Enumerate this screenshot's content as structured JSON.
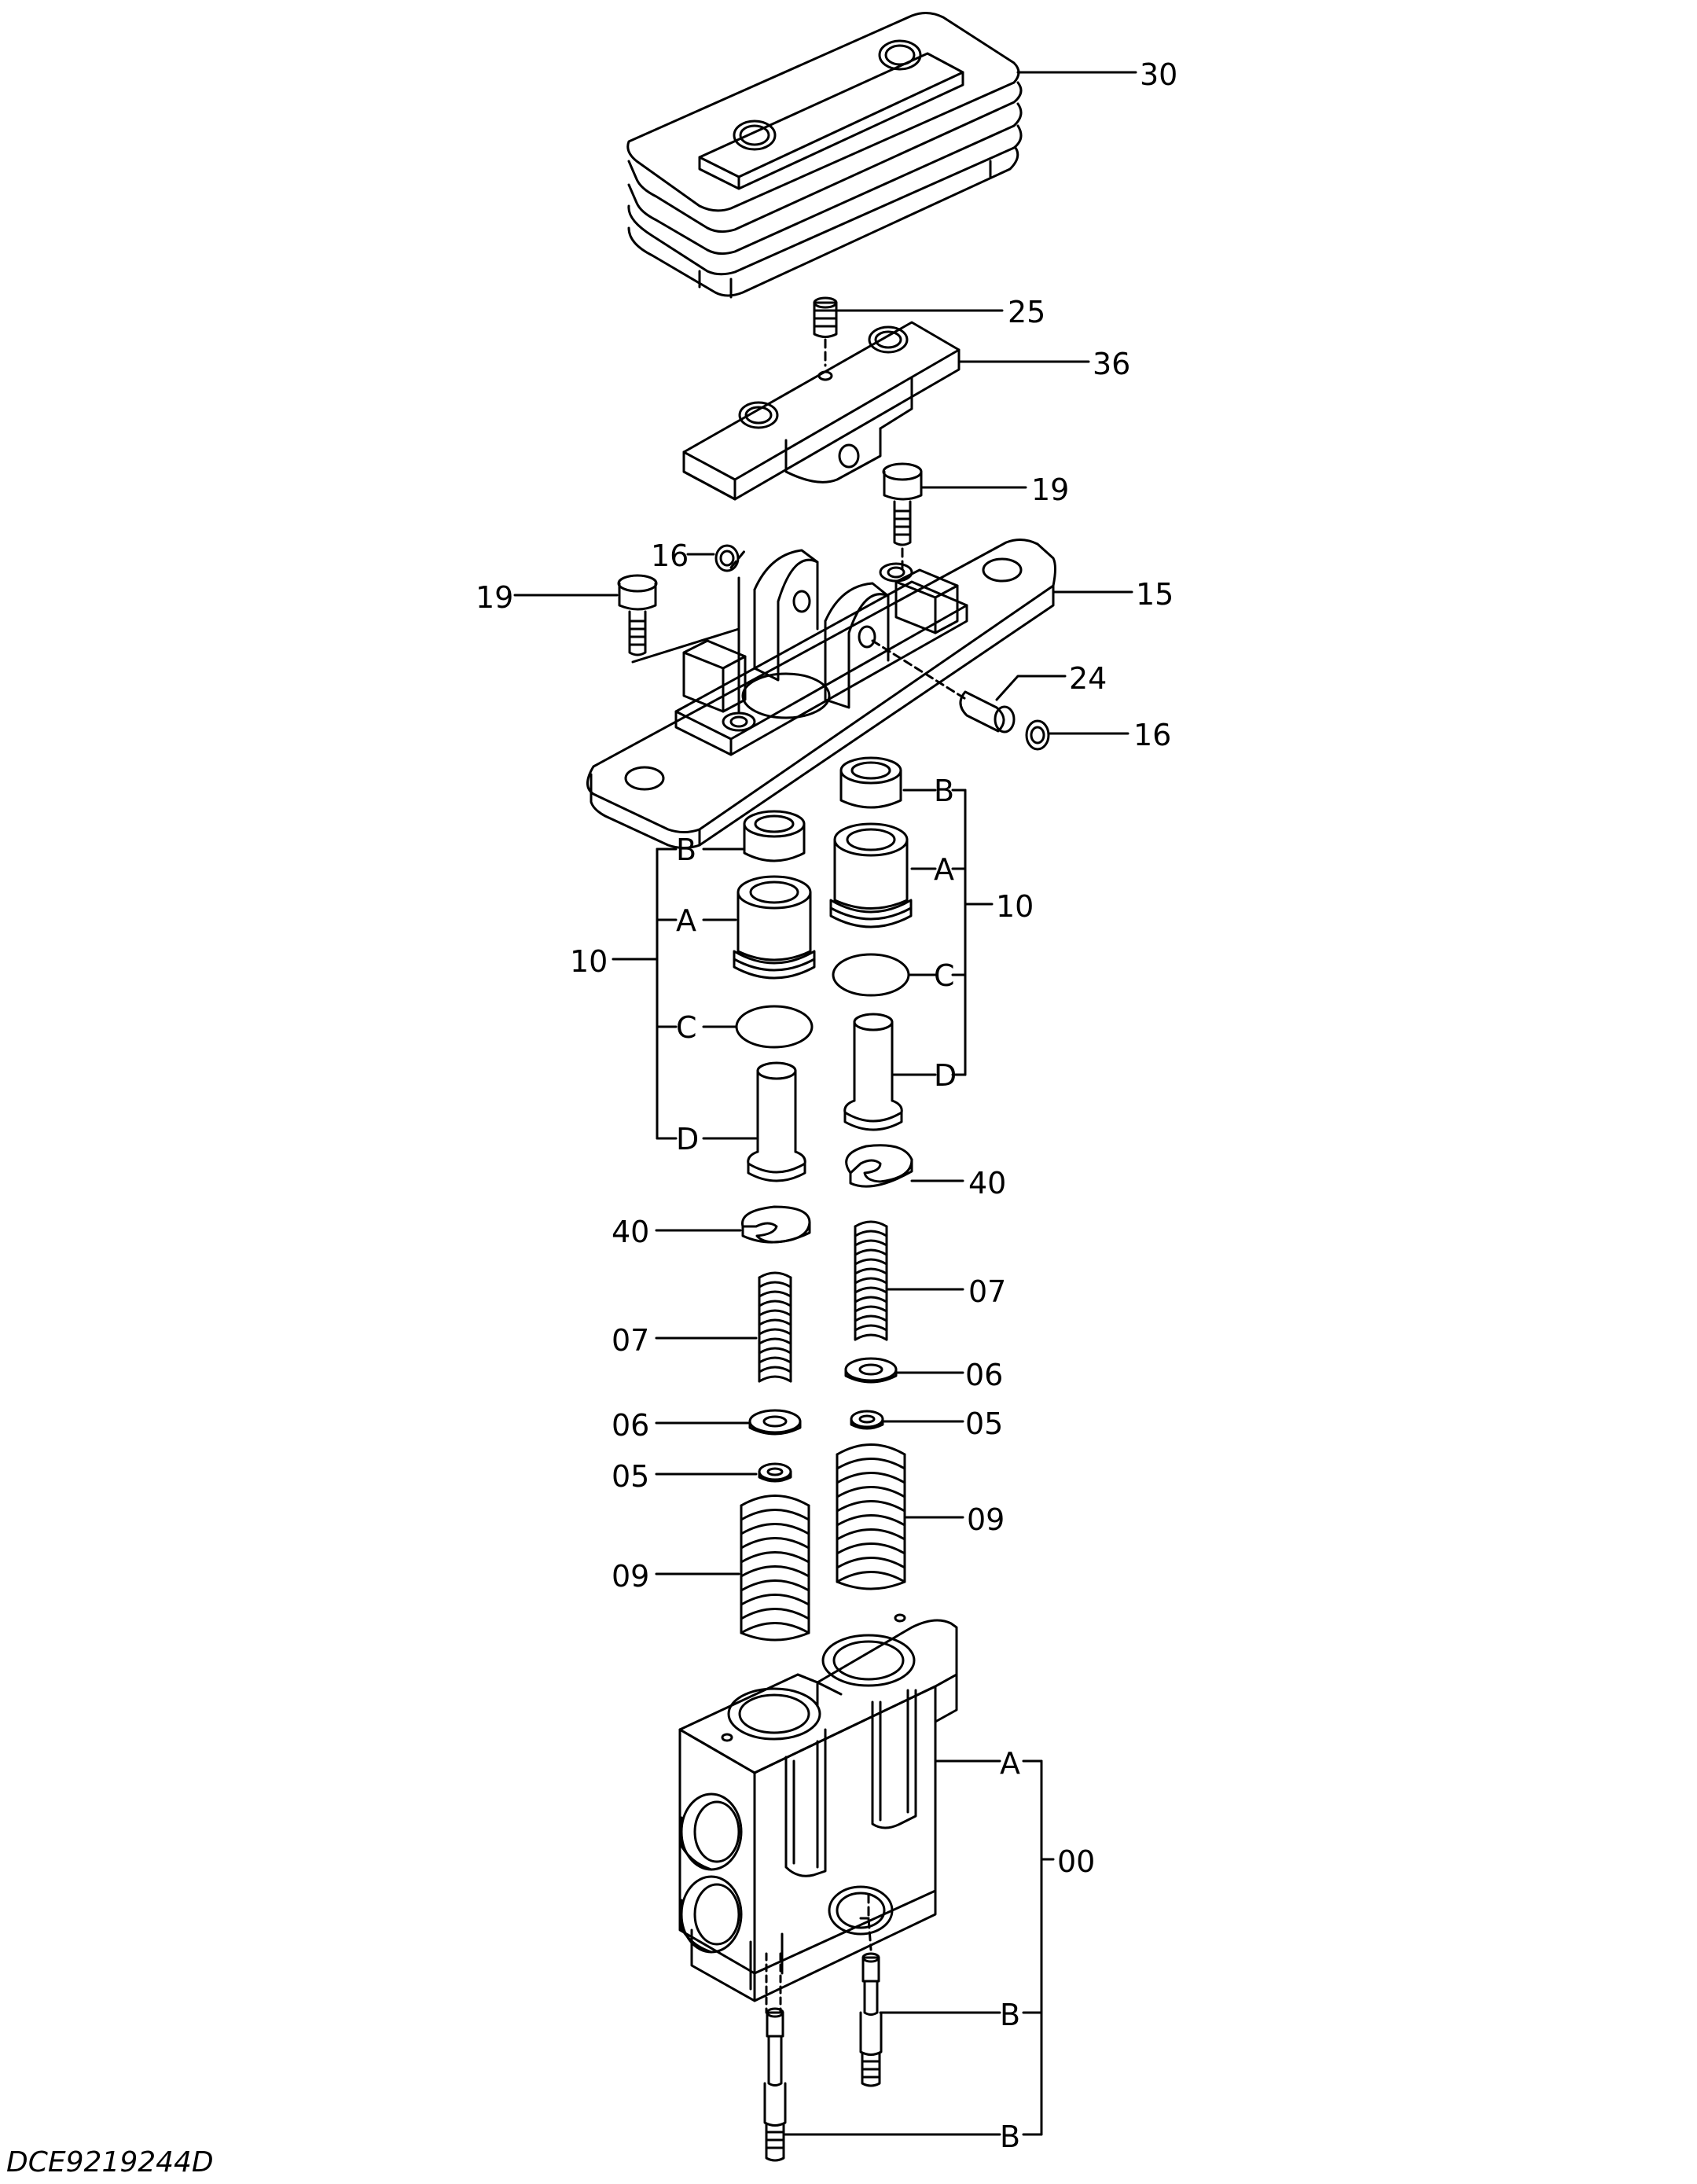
{
  "diagram": {
    "document_code": "DCE9219244D",
    "callouts": {
      "c30": "30",
      "c25": "25",
      "c36": "36",
      "c19_right": "19",
      "c19_left": "19",
      "c16_top": "16",
      "c15": "15",
      "c24": "24",
      "c16_right": "16",
      "c10_left": "10",
      "c10_right": "10",
      "cB_left": "B",
      "cA_left": "A",
      "cC_left": "C",
      "cD_left": "D",
      "cB_right": "B",
      "cA_right": "A",
      "cC_right": "C",
      "cD_right": "D",
      "c40_right": "40",
      "c40_left": "40",
      "c07_right": "07",
      "c07_left": "07",
      "c06_right": "06",
      "c06_left": "06",
      "c05_right": "05",
      "c05_left": "05",
      "c09_right": "09",
      "c09_left": "09",
      "c00": "00",
      "c00_A": "A",
      "c00_B_upper": "B",
      "c00_B_lower": "B"
    }
  }
}
